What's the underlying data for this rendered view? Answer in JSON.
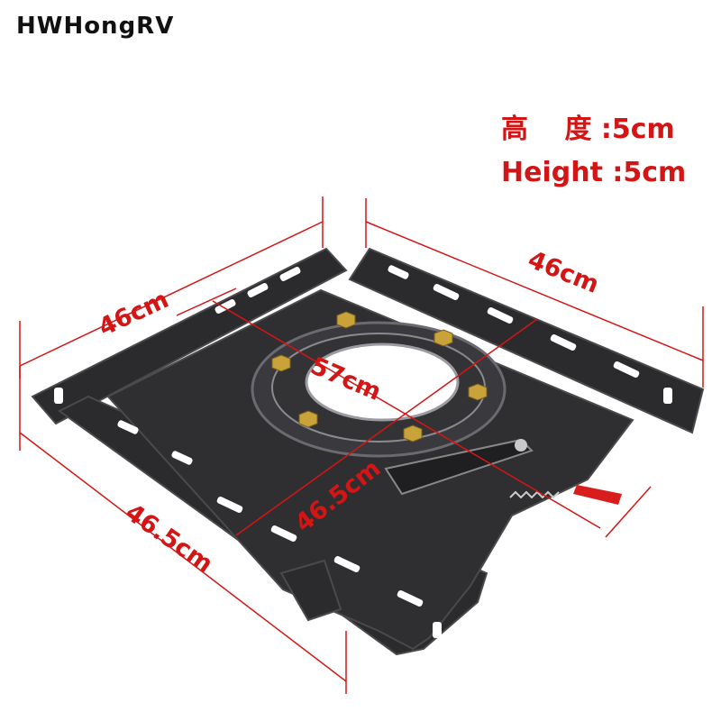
{
  "brand": "HWHongRV",
  "spec": {
    "height_cn": "高　 度 :5cm",
    "height_en": "Height :5cm"
  },
  "dimensions": {
    "top_left": "46cm",
    "top_right": "46cm",
    "diagonal": "57cm",
    "inner": "46.5cm",
    "bottom_left": "46.5cm"
  },
  "colors": {
    "dimension": "#d41515",
    "plate": "#2b2b2d",
    "plate_edge": "#4a4a4d",
    "bolt": "#c9a23a",
    "handle": "#d91d1d",
    "brand": "#111111"
  }
}
